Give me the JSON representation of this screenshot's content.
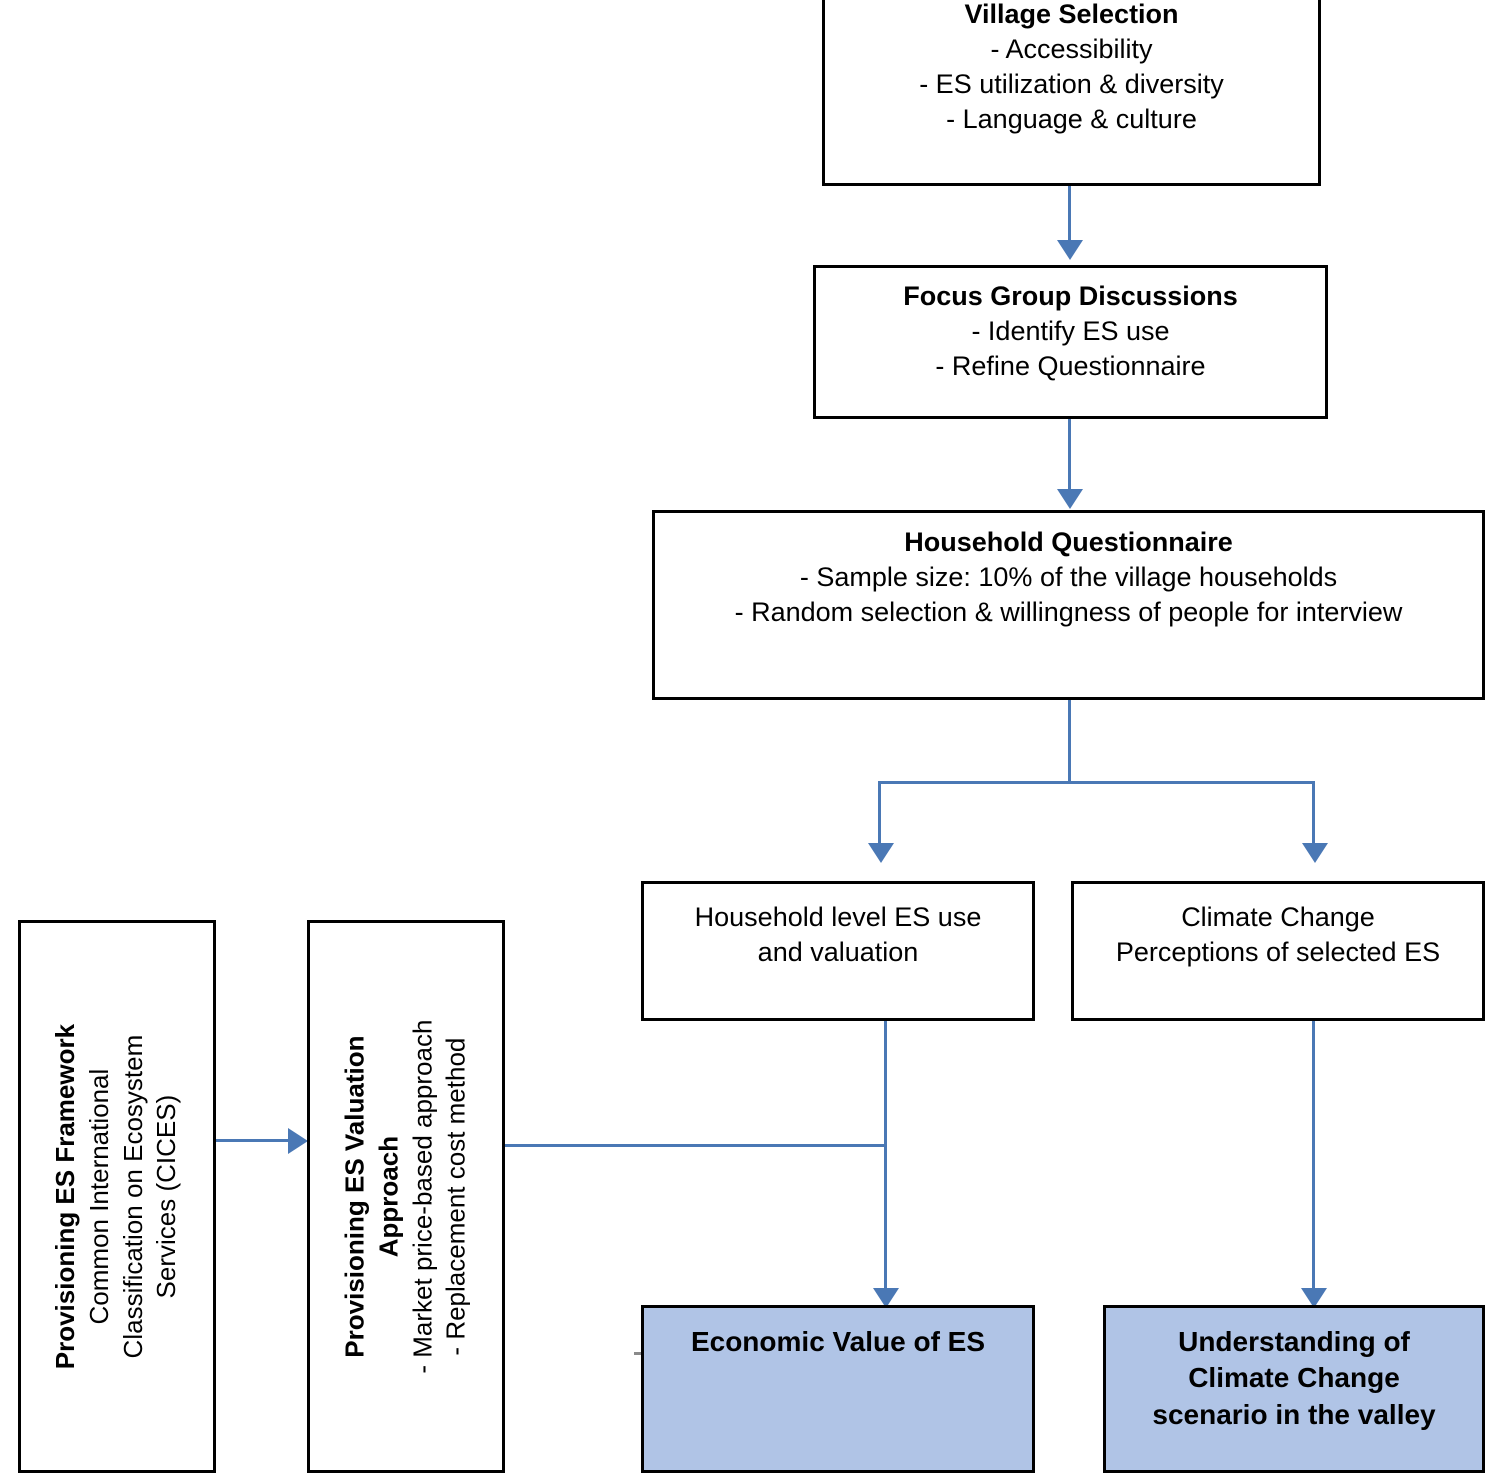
{
  "diagram": {
    "title": "Research methodology flowchart for provisioning ecosystem services valuation",
    "colors": {
      "connector": "#4a78b5",
      "outcome_fill": "#b0c4e6",
      "box_border": "#000000",
      "text": "#000000"
    },
    "nodes": {
      "village_selection": {
        "title": "Village Selection",
        "lines": [
          "- Accessibility",
          "- ES utilization & diversity",
          "- Language & culture"
        ]
      },
      "focus_group": {
        "title": "Focus Group Discussions",
        "lines": [
          "- Identify ES use",
          "- Refine Questionnaire"
        ]
      },
      "household_questionnaire": {
        "title": "Household Questionnaire",
        "lines": [
          "- Sample size: 10% of the village households",
          "- Random selection & willingness of people for interview"
        ]
      },
      "household_es_use": {
        "lines": [
          "Household level ES use",
          "and valuation"
        ]
      },
      "climate_perceptions": {
        "lines": [
          "Climate Change",
          "Perceptions of selected ES"
        ]
      },
      "economic_value": {
        "title": "Economic Value of ES"
      },
      "climate_understanding": {
        "lines": [
          "Understanding of",
          "Climate Change",
          "scenario in the valley"
        ]
      },
      "es_framework": {
        "title": "Provisioning ES Framework",
        "lines": [
          "Common International",
          "Classification on Ecosystem",
          "Services (CICES)"
        ]
      },
      "es_valuation_approach": {
        "title_lines": [
          "Provisioning ES Valuation",
          "Approach"
        ],
        "lines": [
          "- Market price-based approach",
          "- Replacement cost method"
        ]
      }
    },
    "edges": [
      {
        "name": "village-to-focus-group",
        "from": "village_selection",
        "to": "focus_group"
      },
      {
        "name": "focus-group-to-questionnaire",
        "from": "focus_group",
        "to": "household_questionnaire"
      },
      {
        "name": "questionnaire-to-household-es-use",
        "from": "household_questionnaire",
        "to": "household_es_use"
      },
      {
        "name": "questionnaire-to-climate-perceptions",
        "from": "household_questionnaire",
        "to": "climate_perceptions"
      },
      {
        "name": "household-es-use-to-economic-value",
        "from": "household_es_use",
        "to": "economic_value"
      },
      {
        "name": "climate-perceptions-to-understanding",
        "from": "climate_perceptions",
        "to": "climate_understanding"
      },
      {
        "name": "framework-to-valuation-approach",
        "from": "es_framework",
        "to": "es_valuation_approach"
      },
      {
        "name": "valuation-approach-to-economic-value",
        "from": "es_valuation_approach",
        "to": "economic_value"
      }
    ]
  }
}
